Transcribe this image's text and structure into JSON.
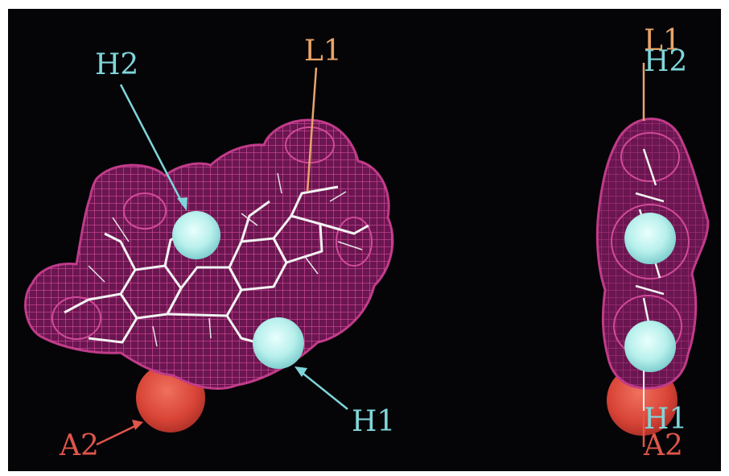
{
  "figure": {
    "background": "#050508",
    "frame": "#ffffff",
    "colors": {
      "surface": "#c03a88",
      "surface_fill": "#6a1650",
      "skeleton": "#f2f2f2",
      "hbond": "#b8f0ec",
      "acceptor": "#e04e44",
      "label_hbond": "#7fd6da",
      "label_lipo": "#e8a468",
      "label_acceptor": "#e0564a"
    }
  },
  "front_view": {
    "labels": {
      "h2": "H2",
      "l1": "L1",
      "h1": "H1",
      "a2": "A2"
    }
  },
  "side_view": {
    "labels": {
      "l1": "L1",
      "h2": "H2",
      "h1": "H1",
      "a2": "A2"
    }
  }
}
